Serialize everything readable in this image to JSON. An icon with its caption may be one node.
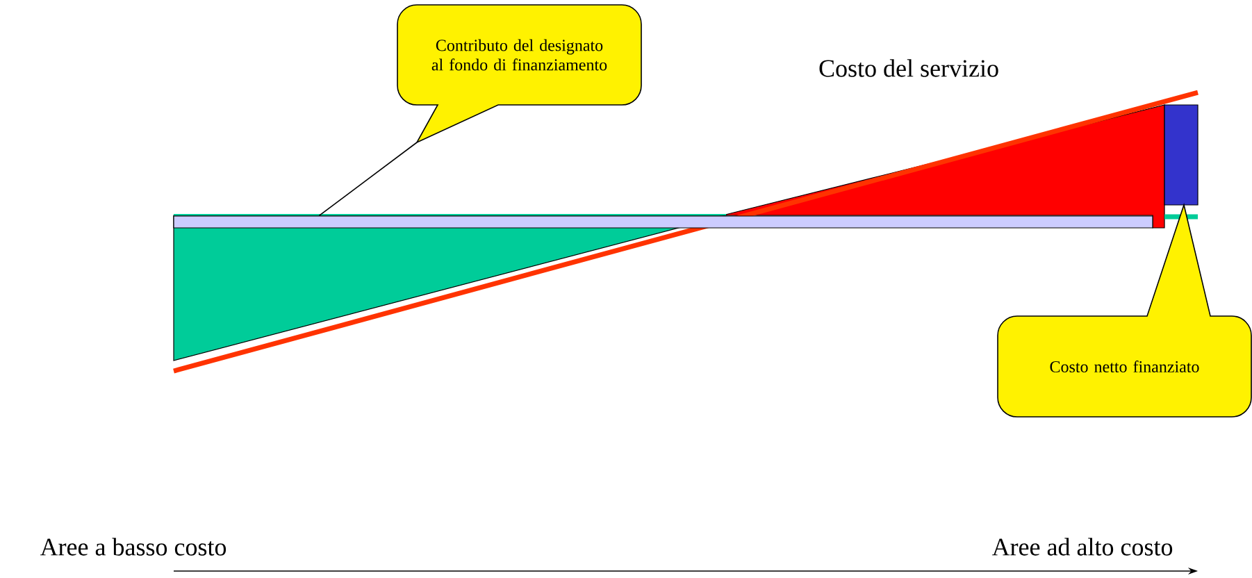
{
  "diagram": {
    "nodes": [
      {
        "text": [
          "Contributo del designato al fondo di finanziamento"
        ]
      },
      {
        "text": [
          "Costo netto finanziato"
        ]
      },
      {
        "text": [],
        "shape": "bar"
      }
    ],
    "edges": [
      {
        "from": 0,
        "to": 2,
        "arrow": "none"
      }
    ],
    "labels": [
      "Costo del servizio",
      "Aree a basso costo",
      "Aree ad alto costo"
    ]
  }
}
